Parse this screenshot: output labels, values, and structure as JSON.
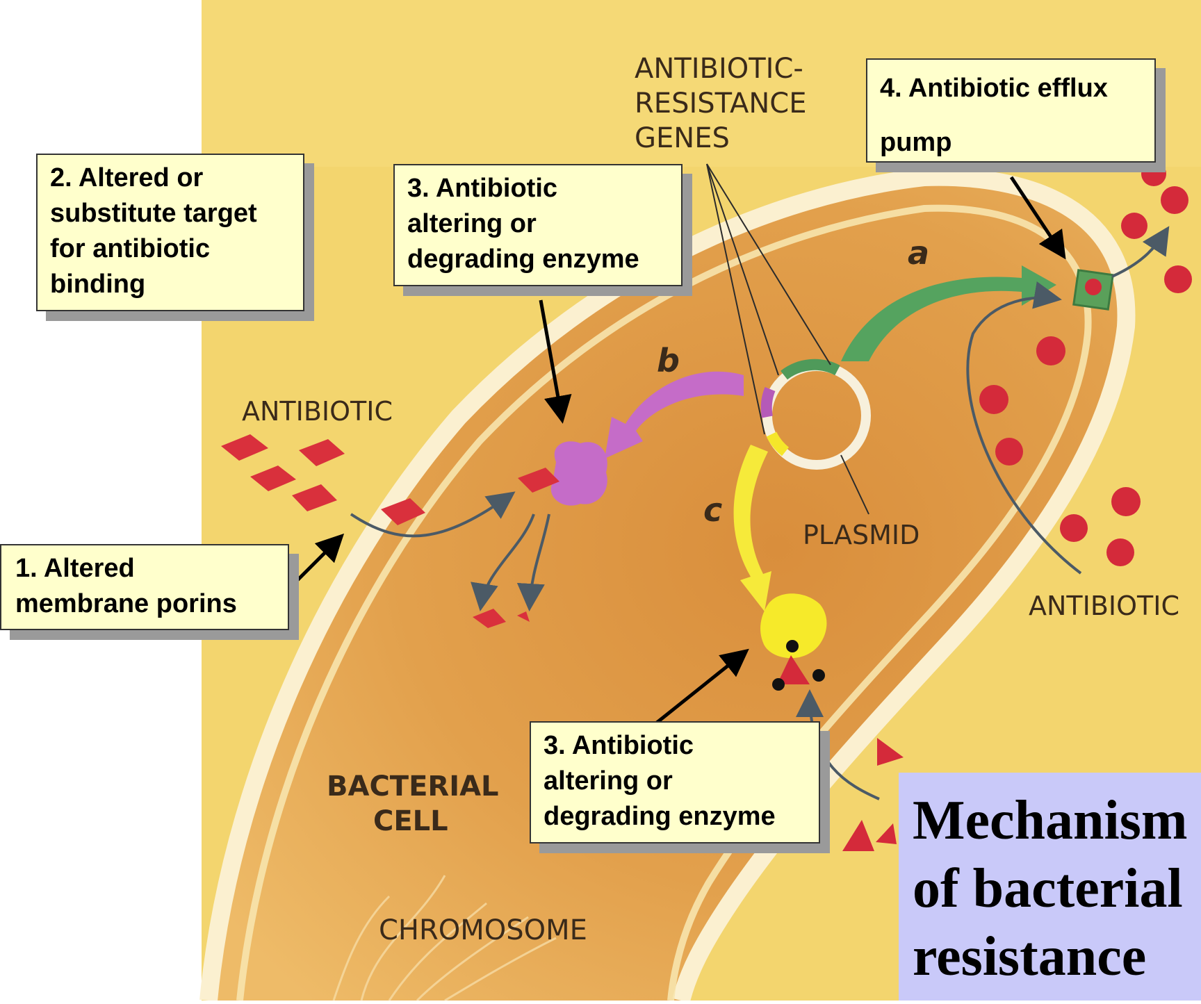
{
  "figure_labels": {
    "genes": [
      "ANTIBIOTIC-",
      "RESISTANCE",
      "GENES"
    ],
    "antibiotic_left": "ANTIBIOTIC",
    "antibiotic_right": "ANTIBIOTIC",
    "plasmid": "PLASMID",
    "bacterial_cell": [
      "BACTERIAL",
      "CELL"
    ],
    "chromosome": "CHROMOSOME",
    "path_a": "a",
    "path_b": "b",
    "path_c": "c"
  },
  "callouts": {
    "porins": [
      "1. Altered",
      "membrane porins"
    ],
    "target": [
      "2. Altered or",
      "substitute target",
      "for antibiotic",
      "binding"
    ],
    "enzyme_top": [
      "3. Antibiotic",
      "altering or",
      "degrading enzyme"
    ],
    "enzyme_bottom": [
      "3. Antibiotic",
      "altering or",
      "degrading enzyme"
    ],
    "efflux": [
      "4. Antibiotic efflux",
      "pump"
    ]
  },
  "title": [
    "Mechanism",
    "of bacterial",
    "resistance"
  ],
  "colors": {
    "callout_bg": "#ffffcc",
    "title_bg": "#c9c9f9",
    "antibiotic_red": "#d42a3a",
    "enzyme_purple": "#c56cc8",
    "enzyme_yellow": "#f5e62a",
    "pump_green": "#5aa05a"
  }
}
